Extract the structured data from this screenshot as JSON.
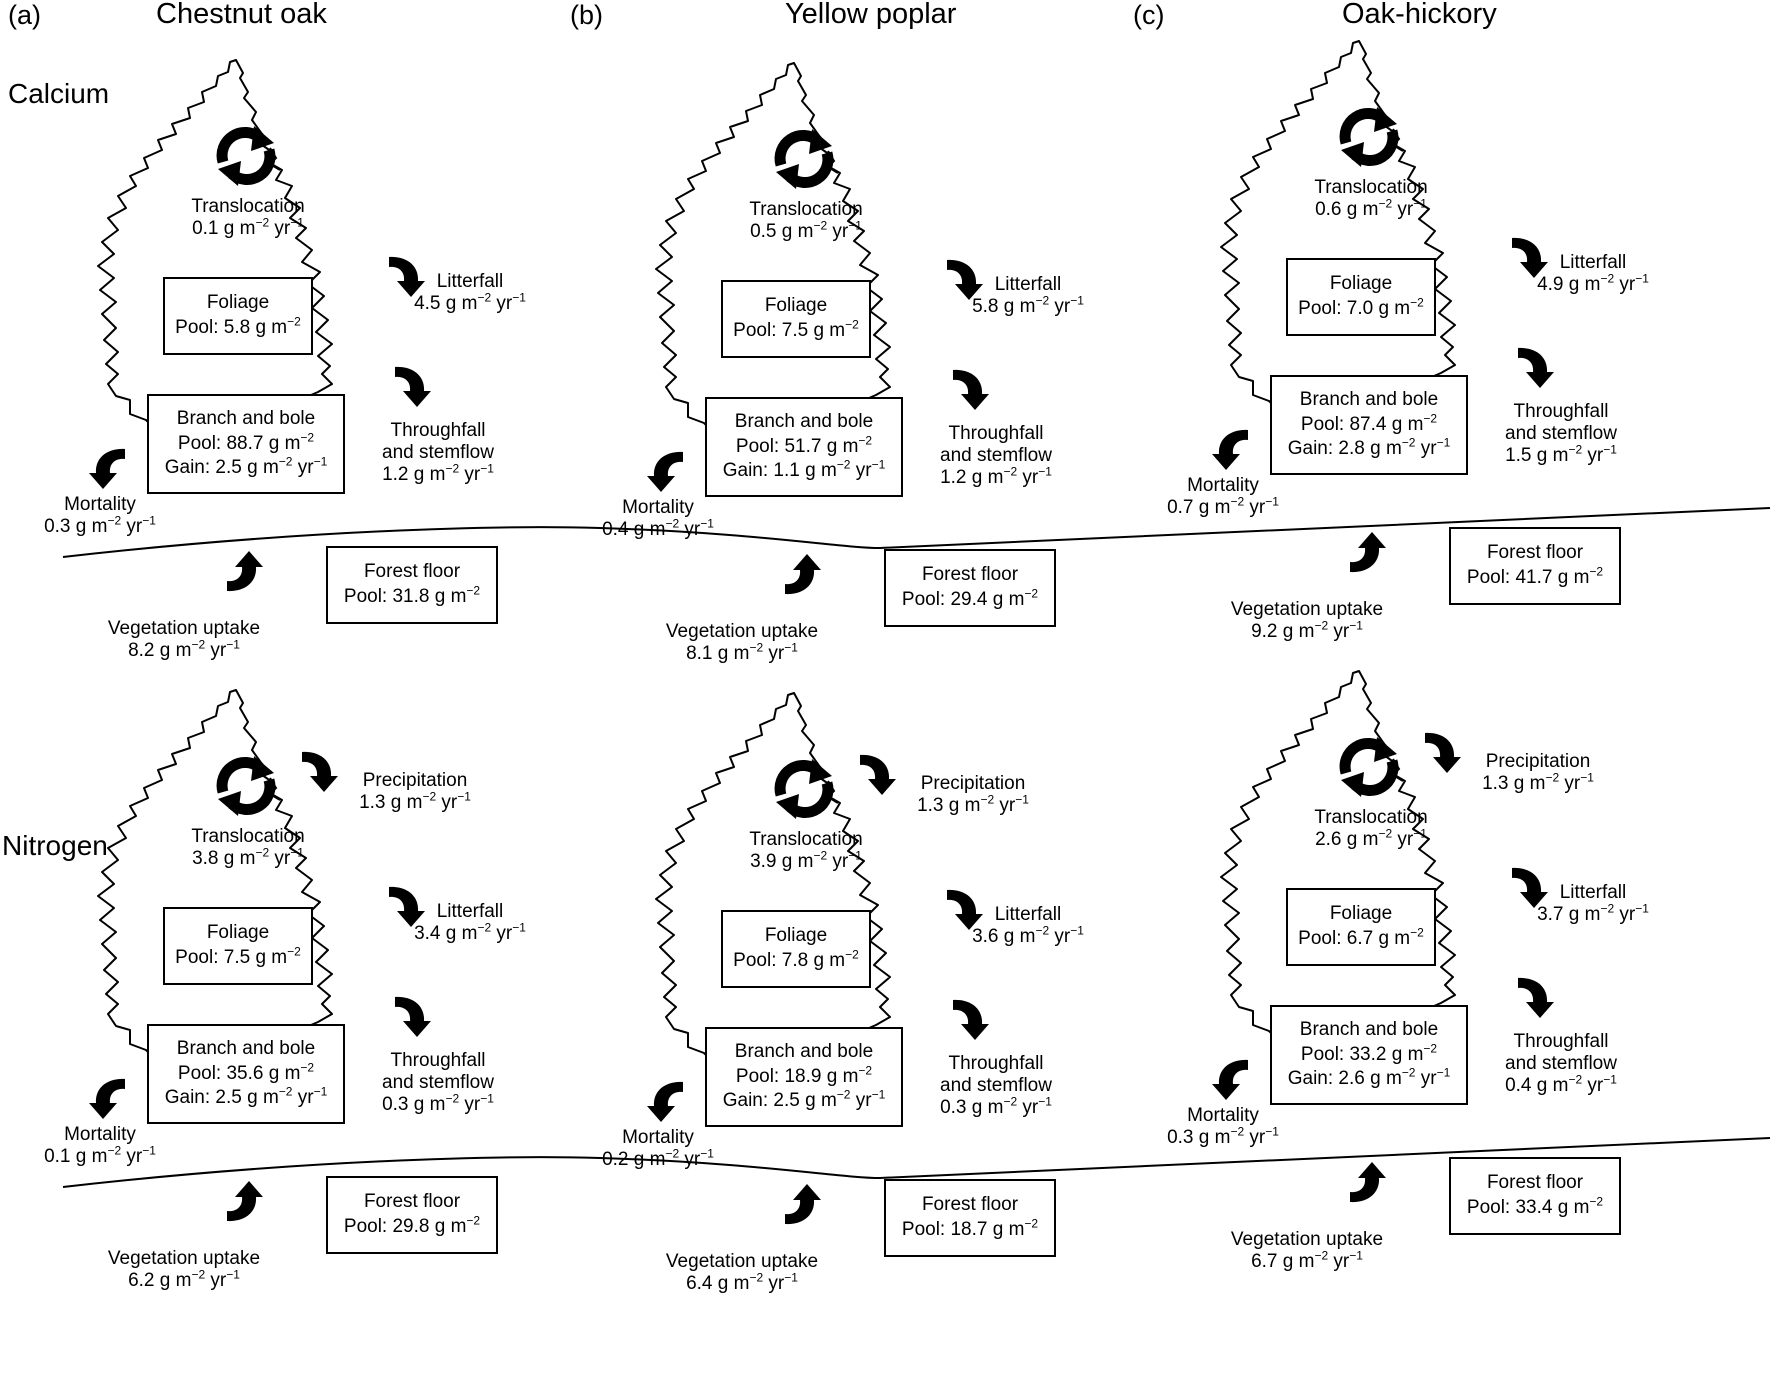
{
  "panels": [
    {
      "letter": "(a)",
      "species": "Chestnut oak"
    },
    {
      "letter": "(b)",
      "species": "Yellow poplar"
    },
    {
      "letter": "(c)",
      "species": "Oak-hickory"
    }
  ],
  "rows": [
    {
      "element": "Calcium"
    },
    {
      "element": "Nitrogen"
    }
  ],
  "labels": {
    "translocation": "Translocation",
    "litterfall": "Litterfall",
    "throughfall": "Throughfall",
    "and_stemflow": "and stemflow",
    "mortality": "Mortality",
    "vegetation_uptake": "Vegetation uptake",
    "precipitation": "Precipitation",
    "foliage": "Foliage",
    "branch_and_bole": "Branch and bole",
    "forest_floor": "Forest floor",
    "pool_prefix": "Pool: ",
    "gain_prefix": "Gain: ",
    "flux_unit_base": "g m",
    "flux_unit_exp1": "−2",
    "flux_unit_mid": " yr",
    "flux_unit_exp2": "−1",
    "pool_unit_base": "g m",
    "pool_unit_exp": "−2"
  },
  "values": {
    "calcium": [
      {
        "translocation": "0.1",
        "litterfall": "4.5",
        "throughfall": "1.2",
        "mortality": "0.3",
        "uptake": "8.2",
        "foliage_pool": "5.8",
        "branch_pool": "88.7",
        "branch_gain": "2.5",
        "floor_pool": "31.8"
      },
      {
        "translocation": "0.5",
        "litterfall": "5.8",
        "throughfall": "1.2",
        "mortality": "0.4",
        "uptake": "8.1",
        "foliage_pool": "7.5",
        "branch_pool": "51.7",
        "branch_gain": "1.1",
        "floor_pool": "29.4"
      },
      {
        "translocation": "0.6",
        "litterfall": "4.9",
        "throughfall": "1.5",
        "mortality": "0.7",
        "uptake": "9.2",
        "foliage_pool": "7.0",
        "branch_pool": "87.4",
        "branch_gain": "2.8",
        "floor_pool": "41.7"
      }
    ],
    "nitrogen": [
      {
        "precipitation": "1.3",
        "translocation": "3.8",
        "litterfall": "3.4",
        "throughfall": "0.3",
        "mortality": "0.1",
        "uptake": "6.2",
        "foliage_pool": "7.5",
        "branch_pool": "35.6",
        "branch_gain": "2.5",
        "floor_pool": "29.8"
      },
      {
        "precipitation": "1.3",
        "translocation": "3.9",
        "litterfall": "3.6",
        "throughfall": "0.3",
        "mortality": "0.2",
        "uptake": "6.4",
        "foliage_pool": "7.8",
        "branch_pool": "18.9",
        "branch_gain": "2.5",
        "floor_pool": "18.7"
      },
      {
        "precipitation": "1.3",
        "translocation": "2.6",
        "litterfall": "3.7",
        "throughfall": "0.4",
        "mortality": "0.3",
        "uptake": "6.7",
        "foliage_pool": "6.7",
        "branch_pool": "33.2",
        "branch_gain": "2.6",
        "floor_pool": "33.4"
      }
    ]
  }
}
